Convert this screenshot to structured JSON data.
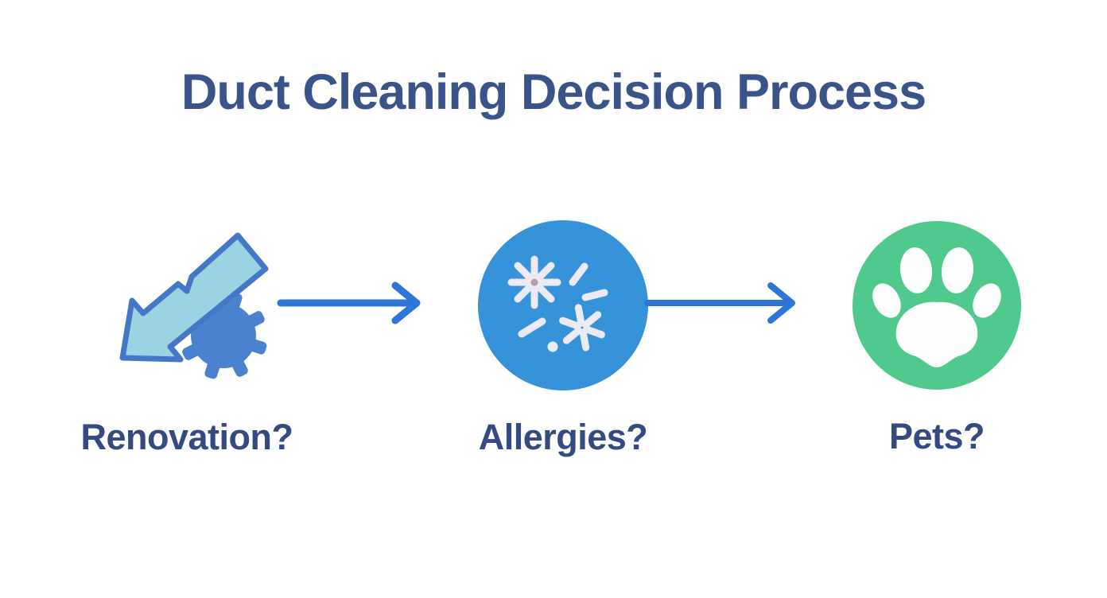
{
  "title": "Duct Cleaning Decision Process",
  "steps": [
    {
      "label": "Renovation?",
      "icon": "renovation-tool-icon"
    },
    {
      "label": "Allergies?",
      "icon": "allergens-icon"
    },
    {
      "label": "Pets?",
      "icon": "paw-print-icon"
    }
  ],
  "connectors": [
    {
      "from": "Renovation?",
      "to": "Allergies?",
      "type": "arrow-right"
    },
    {
      "from": "Allergies?",
      "to": "Pets?",
      "type": "arrow-right"
    }
  ],
  "colors": {
    "background": "#ffffff",
    "title_text": "#3a5389",
    "label_text": "#344a80",
    "arrow": "#2d76d7",
    "tool_blade_fill": "#9cd2e2",
    "tool_outline": "#4478c6",
    "gear_fill": "#4b82cf",
    "allergies_circle": "#3693d9",
    "allergen_glyph": "#eceaf4",
    "allergen_core_dot": "#b79fa9",
    "pets_circle": "#4fc98c",
    "paw_glyph": "#fdfefe"
  }
}
